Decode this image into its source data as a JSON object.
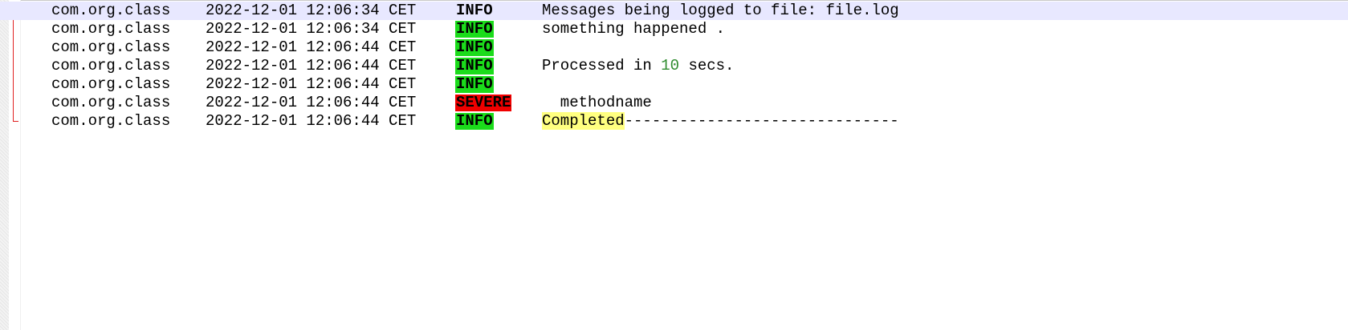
{
  "colors": {
    "info_highlight": "#1bdc1b",
    "severe_highlight": "#f00000",
    "current_line": "#e8e8ff",
    "number": "#2e8b2e",
    "search_highlight": "#ffff80",
    "fold_marker": "#e02020"
  },
  "log": {
    "lines": [
      {
        "class": "com.org.class",
        "time": "2022-12-01 12:06:34 CET",
        "level": "INFO",
        "msg": "Messages being logged to file: file.log"
      },
      {
        "class": "com.org.class",
        "time": "2022-12-01 12:06:34 CET",
        "level": "INFO",
        "msg": "something happened ."
      },
      {
        "class": "com.org.class",
        "time": "2022-12-01 12:06:44 CET",
        "level": "INFO",
        "msg": ""
      },
      {
        "class": "com.org.class",
        "time": "2022-12-01 12:06:44 CET",
        "level": "INFO",
        "msg_prefix": "Processed in ",
        "msg_number": "10",
        "msg_suffix": " secs."
      },
      {
        "class": "com.org.class",
        "time": "2022-12-01 12:06:44 CET",
        "level": "INFO",
        "msg": ""
      },
      {
        "class": "com.org.class",
        "time": "2022-12-01 12:06:44 CET",
        "level": "SEVERE",
        "msg": "  methodname"
      },
      {
        "class": "com.org.class",
        "time": "2022-12-01 12:06:44 CET",
        "level": "INFO",
        "msg_highlight": "Completed",
        "msg_suffix": "------------------------------"
      }
    ]
  }
}
